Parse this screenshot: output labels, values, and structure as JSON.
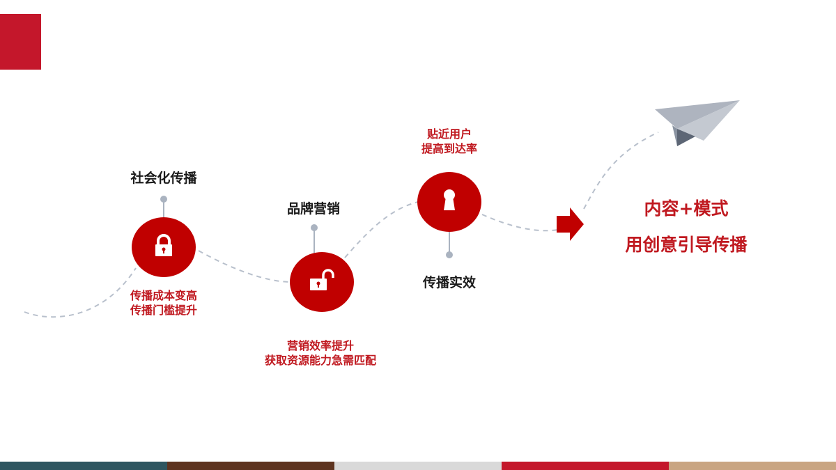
{
  "slide": {
    "corner_color": "#c4172b",
    "accent_color": "#c00000"
  },
  "stages": [
    {
      "title": "社会化传播",
      "icon": "lock-icon",
      "desc": [
        "传播成本变高",
        "传播门槛提升"
      ]
    },
    {
      "title": "品牌营销",
      "icon": "unlock-icon",
      "desc": [
        "营销效率提升",
        "获取资源能力急需匹配"
      ]
    },
    {
      "title": "传播实效",
      "icon": "keyhole-icon",
      "desc": [
        "贴近用户",
        "提高到达率"
      ]
    }
  ],
  "conclusion": {
    "line1": "内容+模式",
    "line2": "用创意引导传播",
    "arrow_icon": "arrow-right-icon",
    "plane_icon": "paper-plane-icon"
  },
  "footer_colors": [
    "#2f5660",
    "#5e3420",
    "#d9d9d9",
    "#c4172b",
    "#c9a582"
  ]
}
